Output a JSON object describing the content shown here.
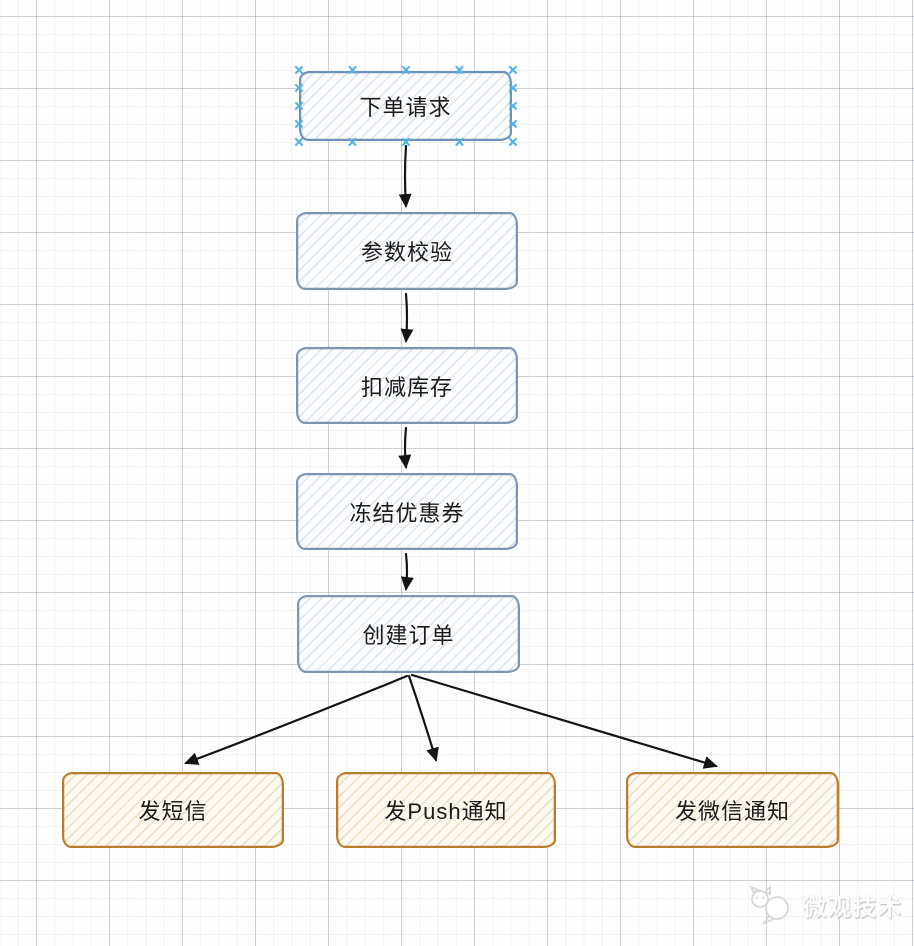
{
  "diagram": {
    "nodes": [
      {
        "id": "order-request",
        "label": "下单请求",
        "style": "blue",
        "selected": true
      },
      {
        "id": "param-check",
        "label": "参数校验",
        "style": "blue",
        "selected": false
      },
      {
        "id": "deduct-stock",
        "label": "扣减库存",
        "style": "blue",
        "selected": false
      },
      {
        "id": "freeze-coupon",
        "label": "冻结优惠券",
        "style": "blue",
        "selected": false
      },
      {
        "id": "create-order",
        "label": "创建订单",
        "style": "blue",
        "selected": false
      },
      {
        "id": "send-sms",
        "label": "发短信",
        "style": "orange",
        "selected": false
      },
      {
        "id": "send-push",
        "label": "发Push通知",
        "style": "orange",
        "selected": false
      },
      {
        "id": "send-wechat",
        "label": "发微信通知",
        "style": "orange",
        "selected": false
      }
    ],
    "edges": [
      {
        "from": "order-request",
        "to": "param-check"
      },
      {
        "from": "param-check",
        "to": "deduct-stock"
      },
      {
        "from": "deduct-stock",
        "to": "freeze-coupon"
      },
      {
        "from": "freeze-coupon",
        "to": "create-order"
      },
      {
        "from": "create-order",
        "to": "send-sms"
      },
      {
        "from": "create-order",
        "to": "send-push"
      },
      {
        "from": "create-order",
        "to": "send-wechat"
      }
    ],
    "colors": {
      "blue_node_border": "#7c96b1",
      "blue_node_hatch": "#cdd9e4",
      "orange_node_border": "#b67e2c",
      "orange_node_hatch": "#e9d4ae",
      "selection_handle": "#54b1e2",
      "arrow": "#151515",
      "grid_major": "#d2d5da",
      "grid_minor": "#f0f2f4"
    }
  },
  "watermark": {
    "text": "微观技术",
    "logo": "cat-chat-logo"
  }
}
